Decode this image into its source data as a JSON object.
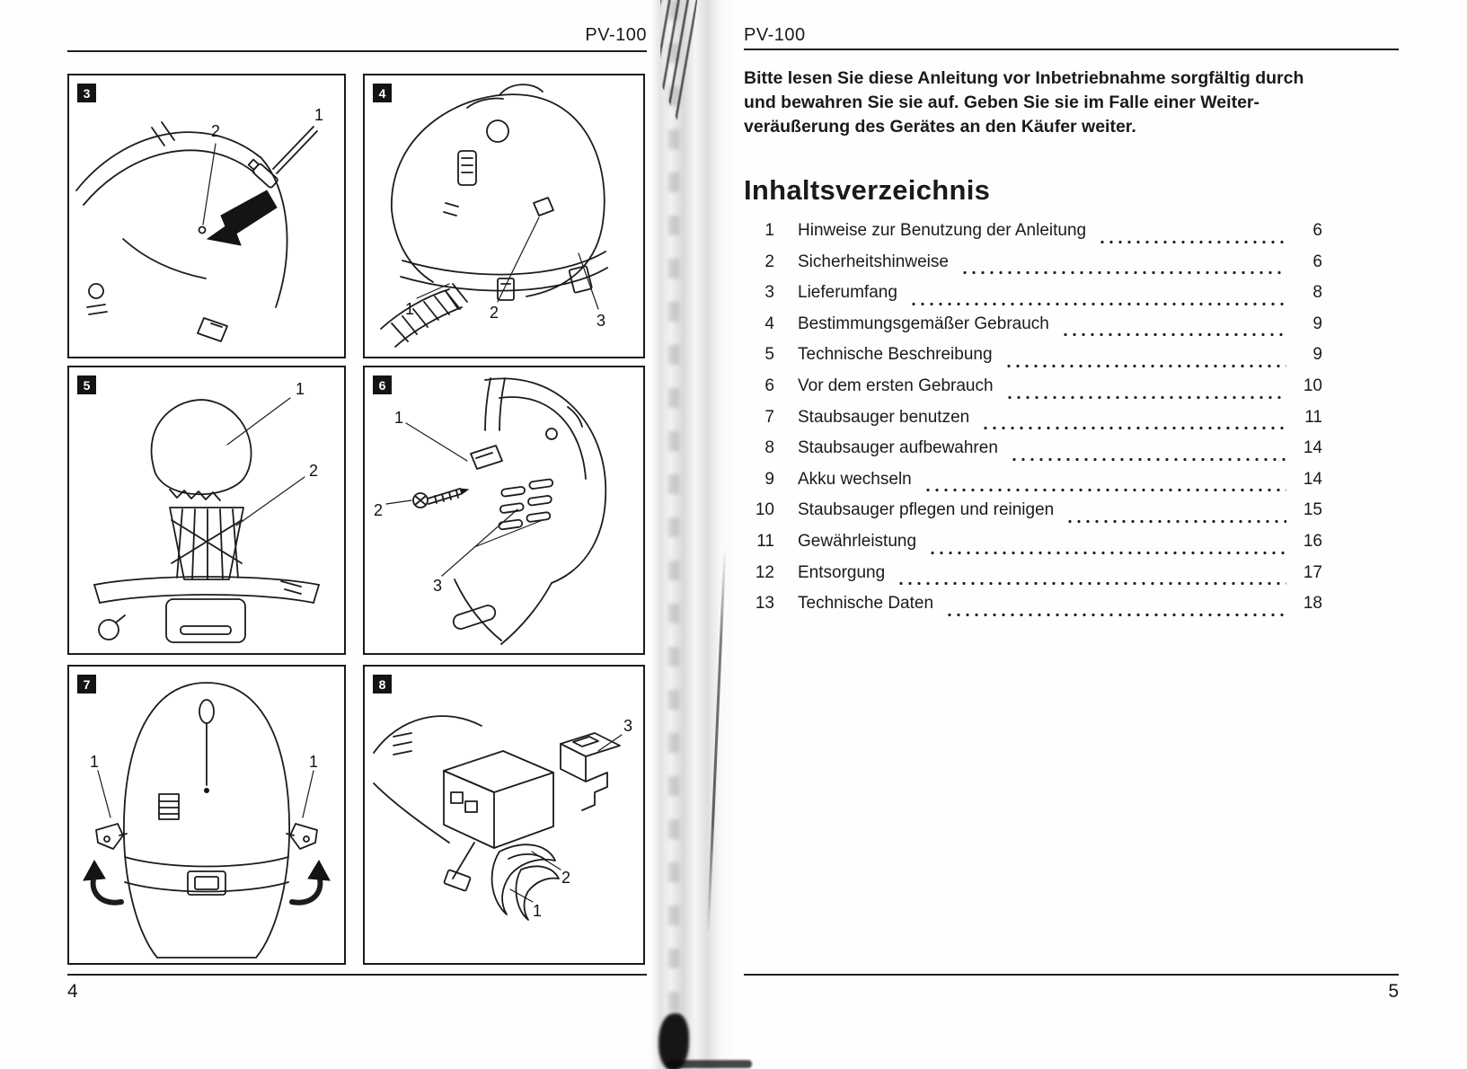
{
  "left_page": {
    "header": "PV-100",
    "page_number": "4",
    "figures": [
      {
        "label": "3",
        "callouts": [
          "2",
          "1"
        ]
      },
      {
        "label": "4",
        "callouts": [
          "1",
          "2",
          "3"
        ]
      },
      {
        "label": "5",
        "callouts": [
          "1",
          "2"
        ]
      },
      {
        "label": "6",
        "callouts": [
          "1",
          "2",
          "3"
        ]
      },
      {
        "label": "7",
        "callouts": [
          "1",
          "1"
        ]
      },
      {
        "label": "8",
        "callouts": [
          "3",
          "2",
          "1"
        ]
      }
    ]
  },
  "right_page": {
    "header": "PV-100",
    "page_number": "5",
    "intro_lines": [
      "Bitte lesen Sie diese Anleitung vor Inbetriebnahme sorgfältig durch",
      "und bewahren Sie sie auf. Geben Sie sie im Falle einer Weiter-",
      "veräußerung des Gerätes an den Käufer weiter."
    ],
    "toc_title": "Inhaltsverzeichnis",
    "toc": [
      {
        "num": "1",
        "title": "Hinweise zur Benutzung der Anleitung",
        "page": "6"
      },
      {
        "num": "2",
        "title": "Sicherheitshinweise",
        "page": "6"
      },
      {
        "num": "3",
        "title": "Lieferumfang",
        "page": "8"
      },
      {
        "num": "4",
        "title": "Bestimmungsgemäßer Gebrauch",
        "page": "9"
      },
      {
        "num": "5",
        "title": "Technische Beschreibung",
        "page": "9"
      },
      {
        "num": "6",
        "title": "Vor dem ersten Gebrauch",
        "page": "10"
      },
      {
        "num": "7",
        "title": "Staubsauger benutzen",
        "page": "11"
      },
      {
        "num": "8",
        "title": "Staubsauger aufbewahren",
        "page": "14"
      },
      {
        "num": "9",
        "title": "Akku wechseln",
        "page": "14"
      },
      {
        "num": "10",
        "title": "Staubsauger pflegen und reinigen",
        "page": "15"
      },
      {
        "num": "11",
        "title": "Gewährleistung",
        "page": "16"
      },
      {
        "num": "12",
        "title": "Entsorgung",
        "page": "17"
      },
      {
        "num": "13",
        "title": "Technische Daten",
        "page": "18"
      }
    ]
  }
}
